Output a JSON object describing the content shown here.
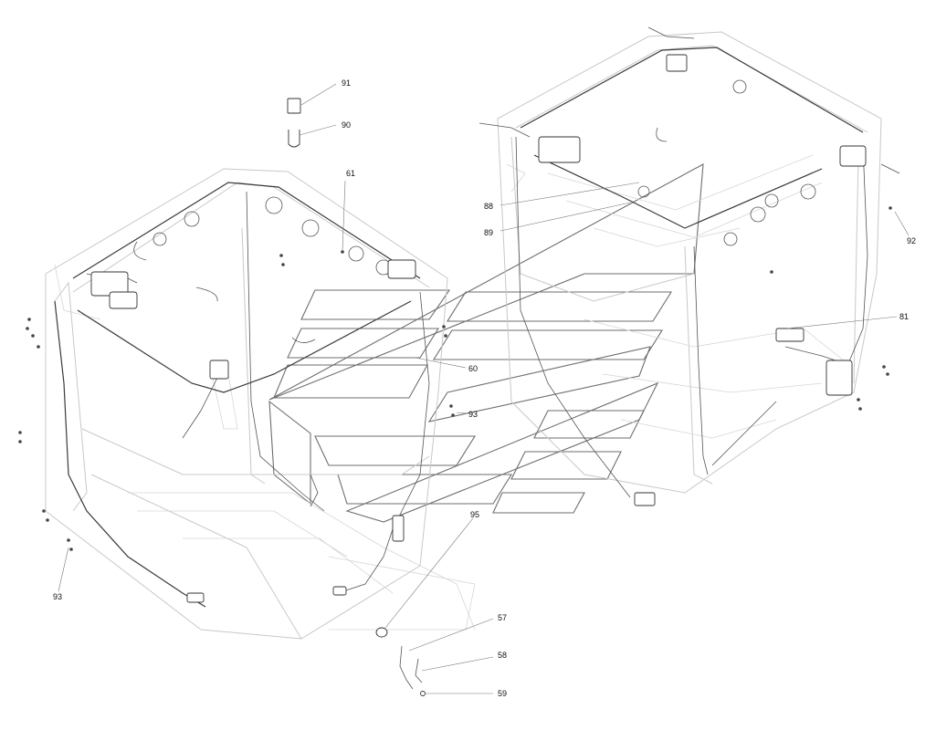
{
  "callouts": {
    "c91": "91",
    "c90": "90",
    "c61": "61",
    "c88": "88",
    "c89": "89",
    "c92": "92",
    "c81": "81",
    "c60": "60",
    "c93a": "93",
    "c93b": "93",
    "c95": "95",
    "c57": "57",
    "c58": "58",
    "c59": "59"
  }
}
